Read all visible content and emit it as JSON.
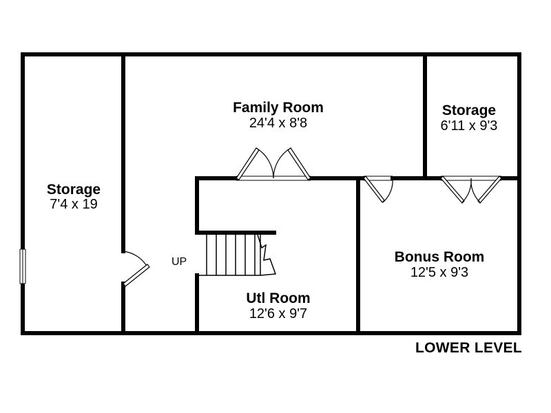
{
  "level_label": "LOWER LEVEL",
  "stair_label": "UP",
  "rooms": {
    "storage_left": {
      "name": "Storage",
      "dims": "7'4 x 19"
    },
    "family_room": {
      "name": "Family Room",
      "dims": "24'4 x 8'8"
    },
    "storage_right": {
      "name": "Storage",
      "dims": "6'11 x 9'3"
    },
    "bonus_room": {
      "name": "Bonus Room",
      "dims": "12'5 x 9'3"
    },
    "utl_room": {
      "name": "Utl Room",
      "dims": "12'6 x 9'7"
    }
  }
}
